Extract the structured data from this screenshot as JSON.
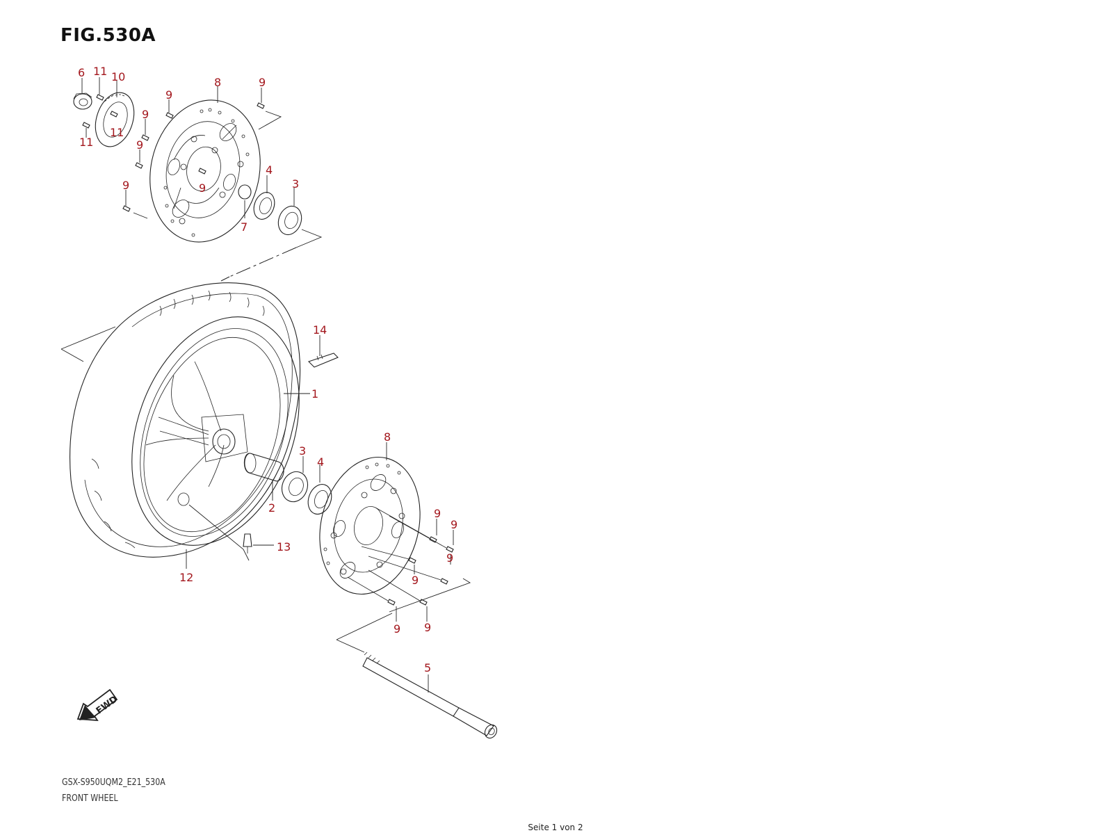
{
  "header": {
    "figure_title": "FIG.530A"
  },
  "footer": {
    "model_code": "GSX-S950UQM2_E21_530A",
    "caption": "FRONT WHEEL",
    "page_indicator": "Seite 1 von 2"
  },
  "diagram": {
    "callout_color": "#a3171d",
    "fwd_label": "FWD",
    "callouts": {
      "c6": "6",
      "c11a": "11",
      "c10": "10",
      "c11b": "11",
      "c11c": "11",
      "c9a": "9",
      "c9b": "9",
      "c9c": "9",
      "c9d": "9",
      "c9e": "9",
      "c9f": "9",
      "c8a": "8",
      "c4a": "4",
      "c3a": "3",
      "c7": "7",
      "c14": "14",
      "c1": "1",
      "c3b": "3",
      "c4b": "4",
      "c8b": "8",
      "c2": "2",
      "c13": "13",
      "c12": "12",
      "c9g": "9",
      "c9h": "9",
      "c9i": "9",
      "c9j": "9",
      "c9k": "9",
      "c9l": "9",
      "c5": "5"
    }
  }
}
